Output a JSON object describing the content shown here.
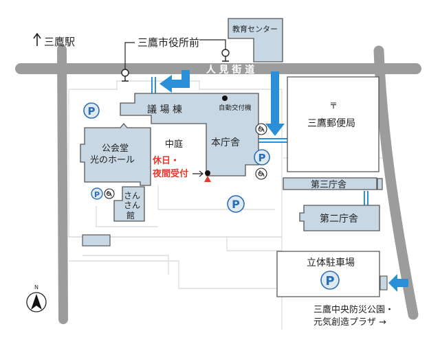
{
  "labels": {
    "station": "三鷹駅",
    "city_hall_stop": "三鷹市役所前",
    "education_center": "教育センター",
    "street": "人 見 街 道",
    "assembly": "議 場 棟",
    "auto_kiosk": "自動交付機",
    "post_office": "三鷹郵便局",
    "hall_line1": "公会堂",
    "hall_line2": "光のホール",
    "courtyard": "中庭",
    "main_building": "本庁舎",
    "holiday_line1": "休日・",
    "holiday_line2": "夜間受付",
    "annex3": "第三庁舎",
    "sansan1": "さん",
    "sansan2": "さん",
    "sansan3": "館",
    "annex2": "第二庁舎",
    "parking_garage": "立体駐車場",
    "park_line1": "三鷹中央防災公園・",
    "park_line2": "元気創造プラザ →",
    "parking_symbol": "P",
    "north": "N",
    "post_symbol": "〒"
  },
  "icons": {
    "up_arrow": "up-arrow-icon",
    "accessible": "wheelchair-icon",
    "bus_stop": "bus-stop-icon"
  },
  "colors": {
    "road": "#9c9c9c",
    "building": "#c7d7e3",
    "building_stroke": "#555555",
    "arrow": "#2a8fd6",
    "accent_red": "#e23b2a",
    "parking_fill": "#dfe9f2",
    "parking_stroke": "#2a6fb5"
  }
}
